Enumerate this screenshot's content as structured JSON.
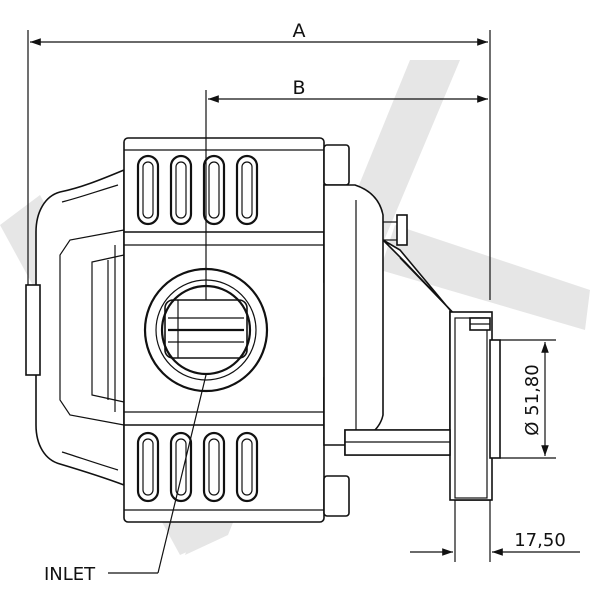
{
  "dimensions": {
    "overall_length": {
      "label": "A"
    },
    "flange_length": {
      "label": "B"
    },
    "pilot_diameter": {
      "label": "Ø 51,80"
    },
    "pilot_depth": {
      "label": "17,50"
    }
  },
  "callouts": {
    "inlet": {
      "label": "INLET"
    }
  },
  "colors": {
    "line": "#111111",
    "watermark": "#e6e6e6",
    "background": "#ffffff"
  }
}
